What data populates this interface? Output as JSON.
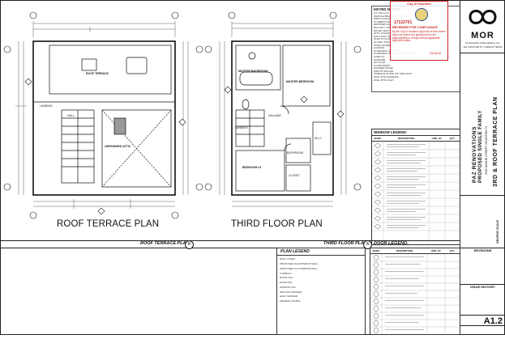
{
  "sheet": {
    "stamp_header": "City of Houston",
    "permit_number": "17122701",
    "stamp_reviewed": "REVIEWED FOR COMPLIANCE",
    "stamp_body": "By the City of Houston. Approval of this review does not relieve the applicant from full responsibility to comply with all applicable laws and codes.",
    "stamp_date": "04/18/18",
    "keyed_notes_title": "KEYED NOTES:",
    "keyed_notes": [
      "1/2\" DIA A.F.F.",
      "VEHICLE BRAKE ON THE PLAT",
      "FIRE PLACE & FLUE",
      "PLUMBING WALL",
      "DROPPED CEILING",
      "BALCONY CANOPY",
      "DRYER VENT",
      "ATTIC ACCESS",
      "HALF WALL W/ CAP",
      "SLAB TO SLAB OPENING",
      "CLOSET ROD & SHELF",
      "STAIR HANDRAIL",
      "LANDING",
      "GUARDRAIL @ 36\" MIN",
      "GUARDRAIL 42\" AFF, MAX 4\" SPACING",
      "LINEN CL",
      "HOSE BIB",
      "SKYLIGHT",
      "FLOOR DRAIN",
      "SHOWER NICHE",
      "SINK W/ SPLASH",
      "TERRACE SLOPE 1/8\" PER FOOT",
      "WALL MTD HANDRAIL",
      "WALL MTD LIGHT"
    ],
    "logo_text": "MOR",
    "logo_sub": "Construction & Remodeling, Inc.",
    "logo_address": "222 JUAN FOR ST. CORGLID TEXAS",
    "project_lines": [
      "PAZ RENOVATIONS",
      "PROPOSED SINGLE FAMILY",
      "2402 HAGUE STREET, HOUSTON TX"
    ],
    "sheet_desc": "3RD & ROOF TERRACE PLAN",
    "graphic_scale": "GRAPHIC SCALE",
    "revisions_title": "REVISIONS",
    "issue_history": "ISSUE HISTORY",
    "sheet_no": "A1.2",
    "window_legend_title": "WINDOW LEGEND:",
    "window_cols": [
      "MARK",
      "DESCRIPTION",
      "HDR. HT.",
      "QTY."
    ],
    "door_legend_title": "DOOR LEGEND:",
    "door_cols": [
      "MARK",
      "DESCRIPTION",
      "HDR. HT.",
      "QTY."
    ],
    "plan_legend_title": "PLAN LEGEND",
    "plan_legend_items": [
      "WALL TYPES:",
      "PROPOSED 2x4 EXTERIOR WALL",
      "PROPOSED 2x4 INTERIOR WALL",
      "SYMBOLS",
      "ROOM TAG",
      "DOOR TAG",
      "WINDOW TAG",
      "SECTION MARKER",
      "ELEV. MARKER",
      "GENERAL NOTES"
    ]
  },
  "roof_plan": {
    "title": "ROOF TERRACE PLAN",
    "bar_title": "ROOF TERRACE PLAN",
    "bar_marker": "B",
    "room_1": "ROOF TERRACE",
    "room_2": "UNFINISHED ATTIC",
    "room_3": "LANDING",
    "room_4": "HALL"
  },
  "third_plan": {
    "title": "THIRD FLOOR PLAN",
    "bar_title": "THIRD FLOOR PLAN",
    "bar_marker": "A",
    "room_1": "MASTER BATHROOM",
    "room_2": "MASTER BEDROOM",
    "room_3": "HALLWAY",
    "room_4": "BEDROOM #4",
    "room_5": "BATHROOM",
    "room_6": "CLOSET",
    "room_7": "LANDING",
    "room_8": "W.I.C."
  }
}
